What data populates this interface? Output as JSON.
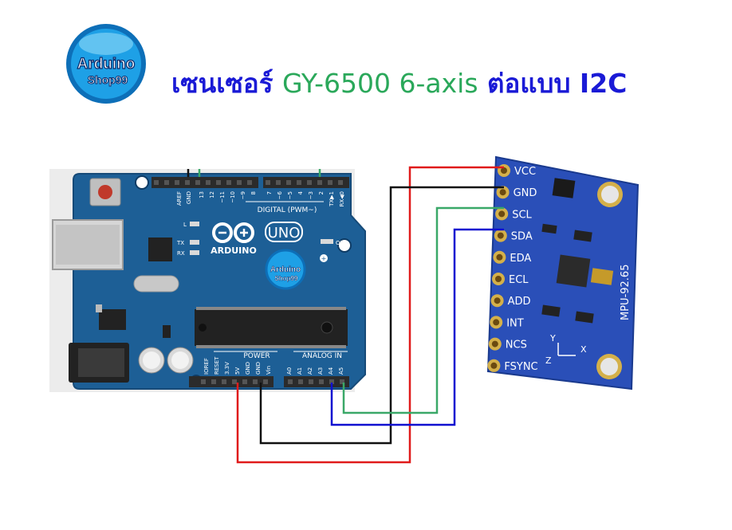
{
  "logo": {
    "line1": "Arduino",
    "line2": "Shop99"
  },
  "title": {
    "part1": "เซนเซอร์ ",
    "part2": "GY-6500 6-axis",
    "part3": " ต่อแบบ I2C"
  },
  "arduino": {
    "top_header_labels": [
      "AREF",
      "GND",
      "13",
      "12",
      "~11",
      "~10",
      "~9",
      "8",
      "7",
      "~6",
      "~5",
      "4",
      "~3",
      "2",
      "TX▶1",
      "RX◀0"
    ],
    "digital_label": "DIGITAL (PWM~)",
    "brand": "ARDUINO",
    "model": "UNO",
    "led_l": "L",
    "led_tx": "TX",
    "led_rx": "RX",
    "on_label": "ON",
    "power_label": "POWER",
    "analog_label": "ANALOG IN",
    "power_pins": [
      "IOREF",
      "RESET",
      "3.3V",
      "5V",
      "GND",
      "GND",
      "Vin"
    ],
    "analog_pins": [
      "A0",
      "A1",
      "A2",
      "A3",
      "A4",
      "A5"
    ]
  },
  "sensor": {
    "pins": [
      "VCC",
      "GND",
      "SCL",
      "SDA",
      "EDA",
      "ECL",
      "ADD",
      "INT",
      "NCS",
      "FSYNC"
    ],
    "model_text": "MPU-92.65",
    "axis_y": "Y",
    "axis_z": "Z",
    "axis_x": "X"
  },
  "colors": {
    "board": "#1d5f96",
    "board_edge": "#164a78",
    "sensor": "#2a4fb8",
    "wire_vcc": "#e01b1b",
    "wire_gnd": "#111111",
    "wire_scl": "#3aa868",
    "wire_sda": "#1010d0"
  }
}
